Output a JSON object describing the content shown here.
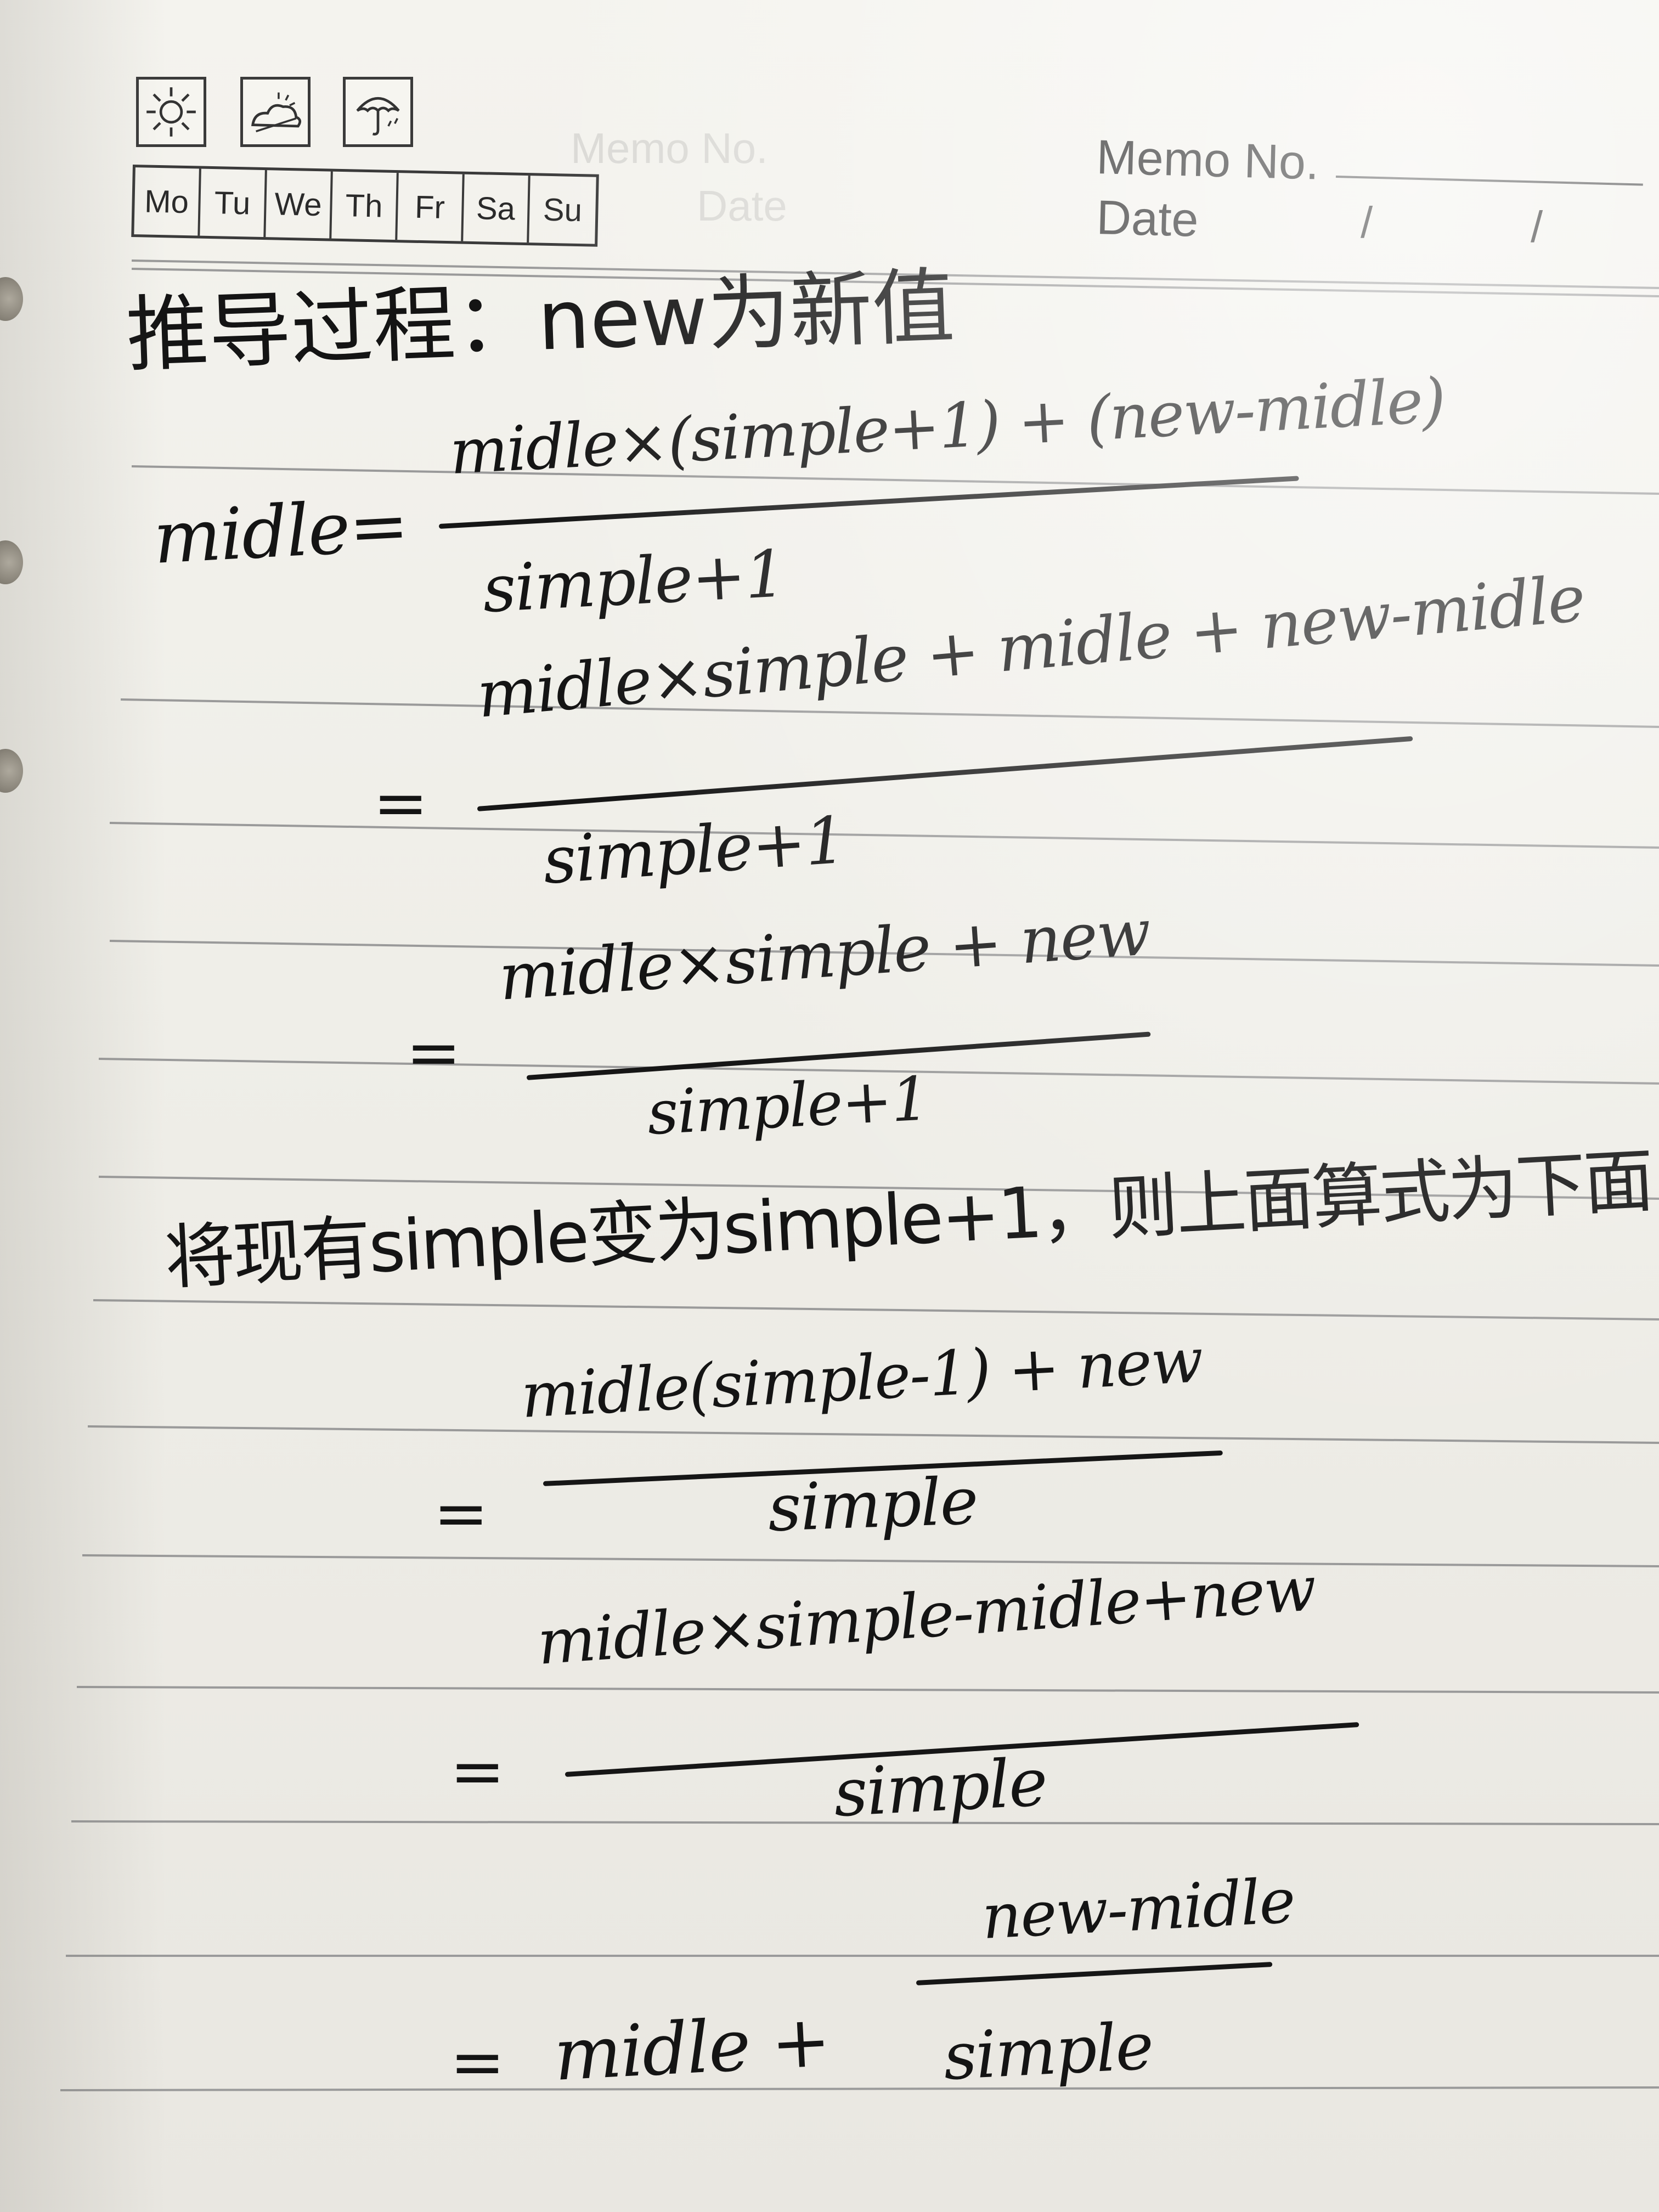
{
  "header": {
    "weather_icons": [
      "sun-icon",
      "cloudy-icon",
      "umbrella-icon"
    ],
    "weekdays": [
      "Mo",
      "Tu",
      "We",
      "Th",
      "Fr",
      "Sa",
      "Su"
    ],
    "memo_no_label": "Memo No.",
    "date_label": "Date",
    "date_separators": [
      "/",
      "/"
    ]
  },
  "notes": {
    "heading": "推导过程：new为新值",
    "line1_lhs": "midle=",
    "line1_num": "midle×(simple+1) + (new-midle)",
    "line1_den": "simple+1",
    "line2_eq": "=",
    "line2_num": "midle×simple + midle + new-midle",
    "line2_den": "simple+1",
    "line3_eq": "=",
    "line3_num": "midle×simple + new",
    "line3_den": "simple+1",
    "statement": "将现有simple变为simple+1，则上面算式为下面",
    "line4_eq": "=",
    "line4_num": "midle(simple-1) + new",
    "line4_den": "simple",
    "line5_eq": "=",
    "line5_num": "midle×simple-midle+new",
    "line5_den": "simple",
    "line6_eq": "=",
    "line6_lhs": "midle +",
    "line6_num": "new-midle",
    "line6_den": "simple"
  },
  "colors": {
    "ink": "#141414",
    "paper": "#f1f0eb",
    "rule": "#9a9a9a"
  }
}
